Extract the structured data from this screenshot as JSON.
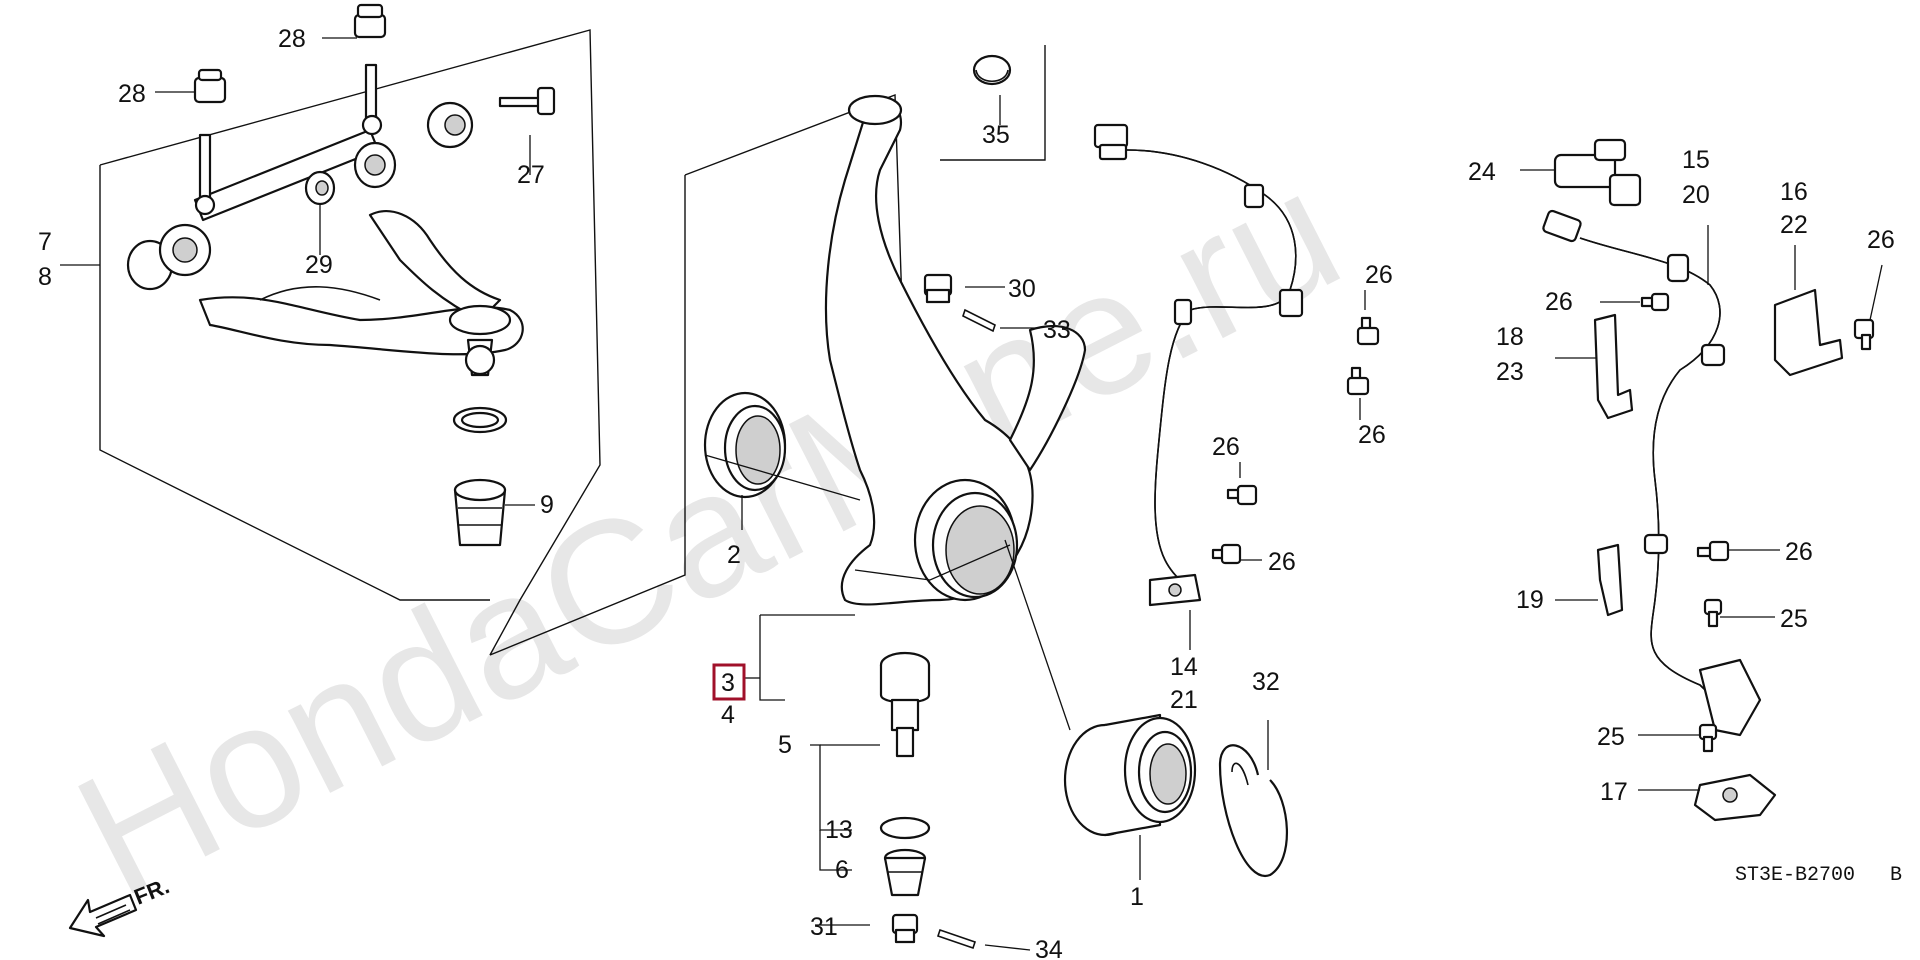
{
  "watermark_text": "HondaCarMine.ru",
  "direction_label": "FR.",
  "diagram_ref": "ST3E-B2700",
  "diagram_ref_suffix": "B",
  "highlighted_callout": "3",
  "highlight_color": "#a0102a",
  "callouts": {
    "c1": "1",
    "c2": "2",
    "c3": "3",
    "c4": "4",
    "c5": "5",
    "c6": "6",
    "c7": "7",
    "c8": "8",
    "c9": "9",
    "c13": "13",
    "c14": "14",
    "c15": "15",
    "c16": "16",
    "c17": "17",
    "c18": "18",
    "c19": "19",
    "c20": "20",
    "c21": "21",
    "c22": "22",
    "c23": "23",
    "c24": "24",
    "c25": "25",
    "c26": "26",
    "c27": "27",
    "c28": "28",
    "c29": "29",
    "c30": "30",
    "c31": "31",
    "c32": "32",
    "c33": "33",
    "c34": "34",
    "c35": "35"
  }
}
